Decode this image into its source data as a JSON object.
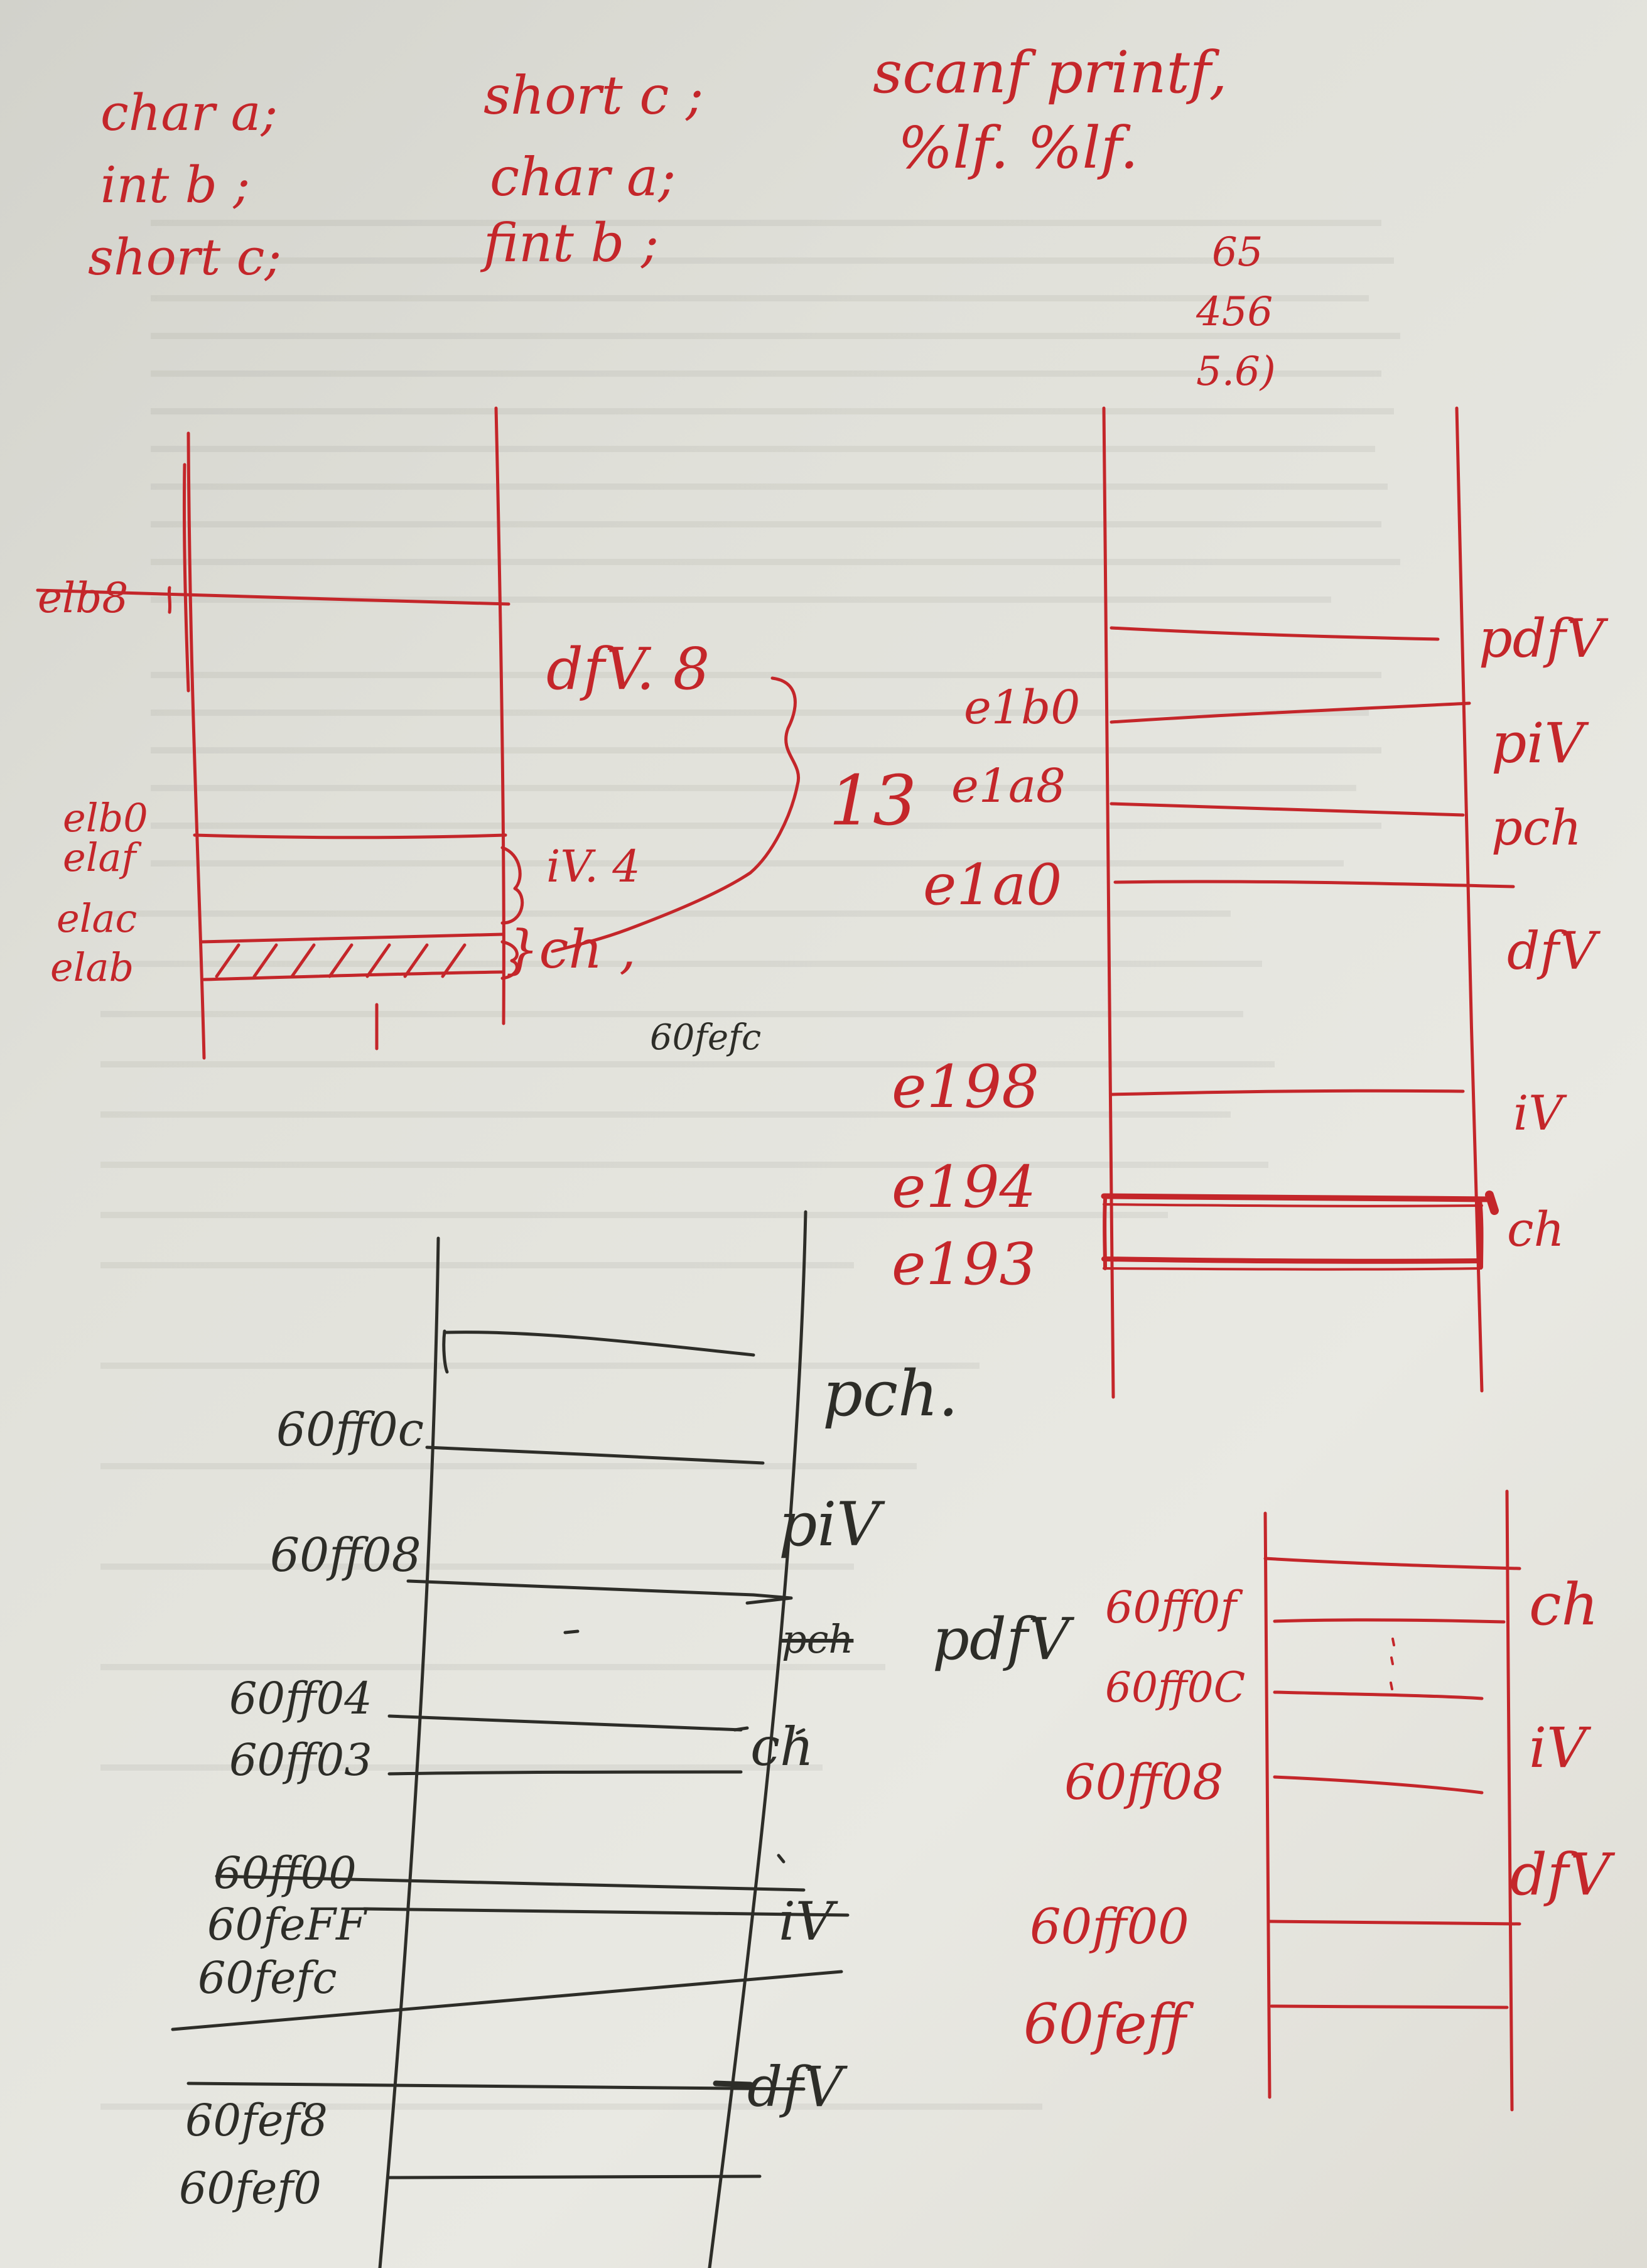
{
  "colors": {
    "red_ink": "#c4262a",
    "black_ink": "#2d2d28",
    "paper": "#e2e2db"
  },
  "top_notes": {
    "col1": [
      "char a;",
      "int b ;",
      "short c;"
    ],
    "col2": [
      "short c ;",
      "char a;",
      "fint b ;"
    ],
    "col3": [
      "scanf   printf,",
      "%lf. %lf."
    ],
    "inputs": [
      "65",
      "456",
      "5.6)"
    ]
  },
  "diagram_a": {
    "addresses": [
      "elb8",
      "elb0",
      "elaf",
      "elac",
      "elab"
    ],
    "annotations": [
      "dfV. 8",
      "iV.  4",
      "}ch ,",
      "13"
    ],
    "note": "60fefc"
  },
  "diagram_b": {
    "addresses": [
      "e1b0",
      "e1a8",
      "e1a0",
      "e198",
      "e194",
      "e193"
    ],
    "labels": [
      "pdfV",
      "piV",
      "pch",
      "dfV",
      "iV",
      "ch"
    ]
  },
  "diagram_c": {
    "addresses": [
      "60ff0c",
      "60ff08",
      "60ff04",
      "60ff03",
      "60ff00",
      "60feFF",
      "60fefc",
      "60fef8",
      "60fef0"
    ],
    "labels": [
      "pch.",
      "piV",
      "pdfV",
      "ch",
      "iV",
      "dfV"
    ],
    "struck_label": "pch"
  },
  "diagram_d": {
    "addresses": [
      "60ff0f",
      "60ff0C",
      "60ff08",
      "60ff00",
      "60feff"
    ],
    "labels": [
      "ch",
      "iV",
      "dfV"
    ]
  }
}
